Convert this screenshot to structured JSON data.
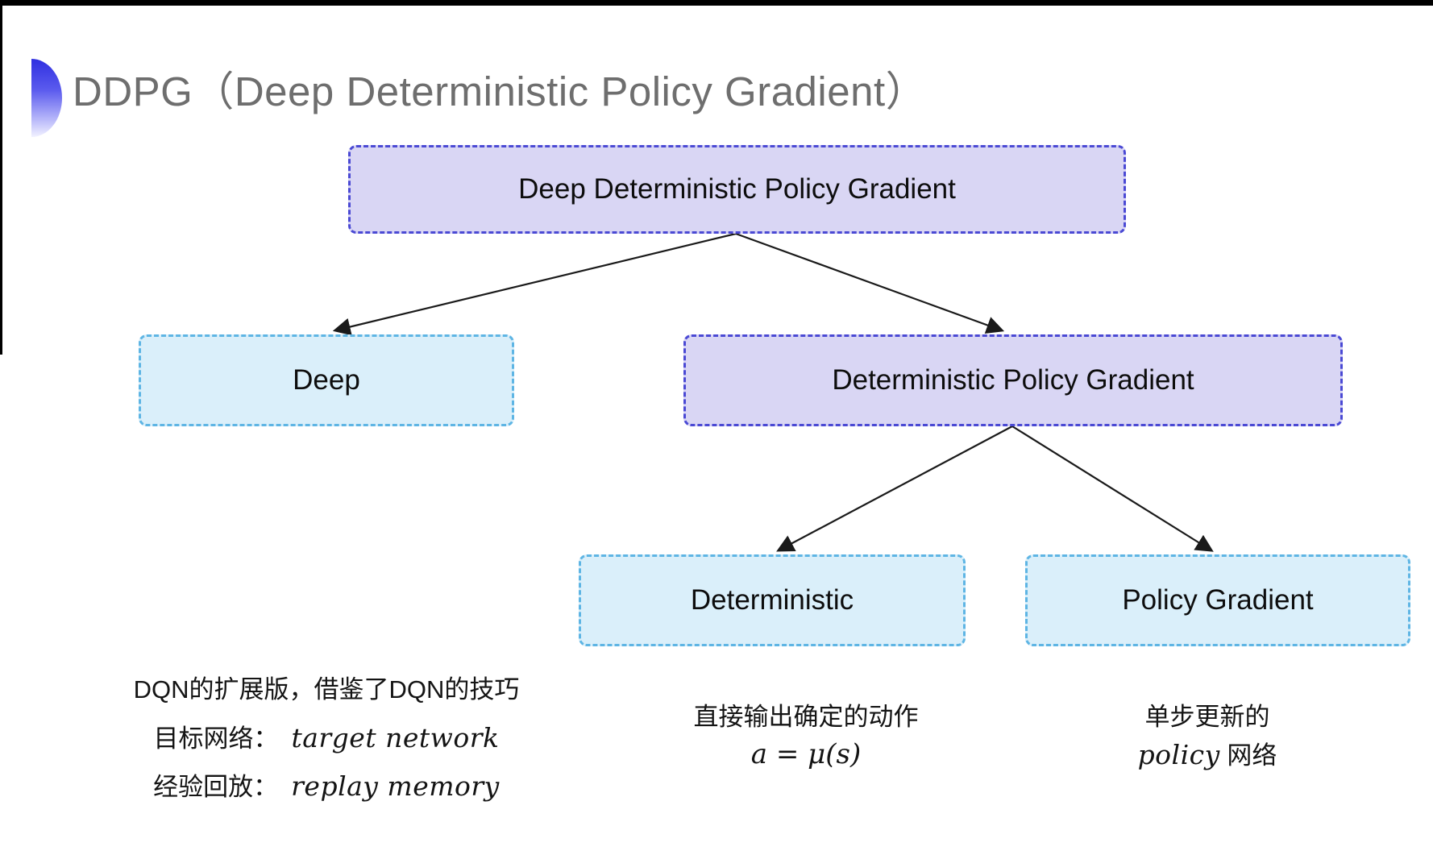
{
  "title": {
    "text": "DDPG（Deep Deterministic Policy Gradient）"
  },
  "nodes": {
    "root": {
      "label": "Deep Deterministic Policy Gradient",
      "variant": "purple"
    },
    "deep": {
      "label": "Deep",
      "variant": "blue"
    },
    "dpg": {
      "label": "Deterministic Policy Gradient",
      "variant": "purple"
    },
    "deterministic": {
      "label": "Deterministic",
      "variant": "blue"
    },
    "policy_gradient": {
      "label": "Policy Gradient",
      "variant": "blue"
    }
  },
  "edges": [
    {
      "from": "root",
      "to": "deep"
    },
    {
      "from": "root",
      "to": "dpg"
    },
    {
      "from": "dpg",
      "to": "deterministic"
    },
    {
      "from": "dpg",
      "to": "policy_gradient"
    }
  ],
  "annotations": {
    "deep": {
      "line1": "DQN的扩展版，借鉴了DQN的技巧",
      "line2_label": "目标网络：",
      "line2_term": "target network",
      "line3_label": "经验回放：",
      "line3_term": "replay memory"
    },
    "deterministic": {
      "line1": "直接输出确定的动作",
      "formula": "a = μ(s)"
    },
    "policy_gradient": {
      "line1": "单步更新的",
      "line2_term": "policy",
      "line2_suffix": " 网络"
    }
  },
  "colors": {
    "purple_fill": "#d9d6f4",
    "purple_border": "#4a49d4",
    "blue_fill": "#daeffa",
    "blue_border": "#5eb5e4",
    "arrow": "#1a1a1a",
    "title_gray": "#6e6e6e",
    "icon_blue": "#3c3cee",
    "frame_black": "#000000"
  }
}
